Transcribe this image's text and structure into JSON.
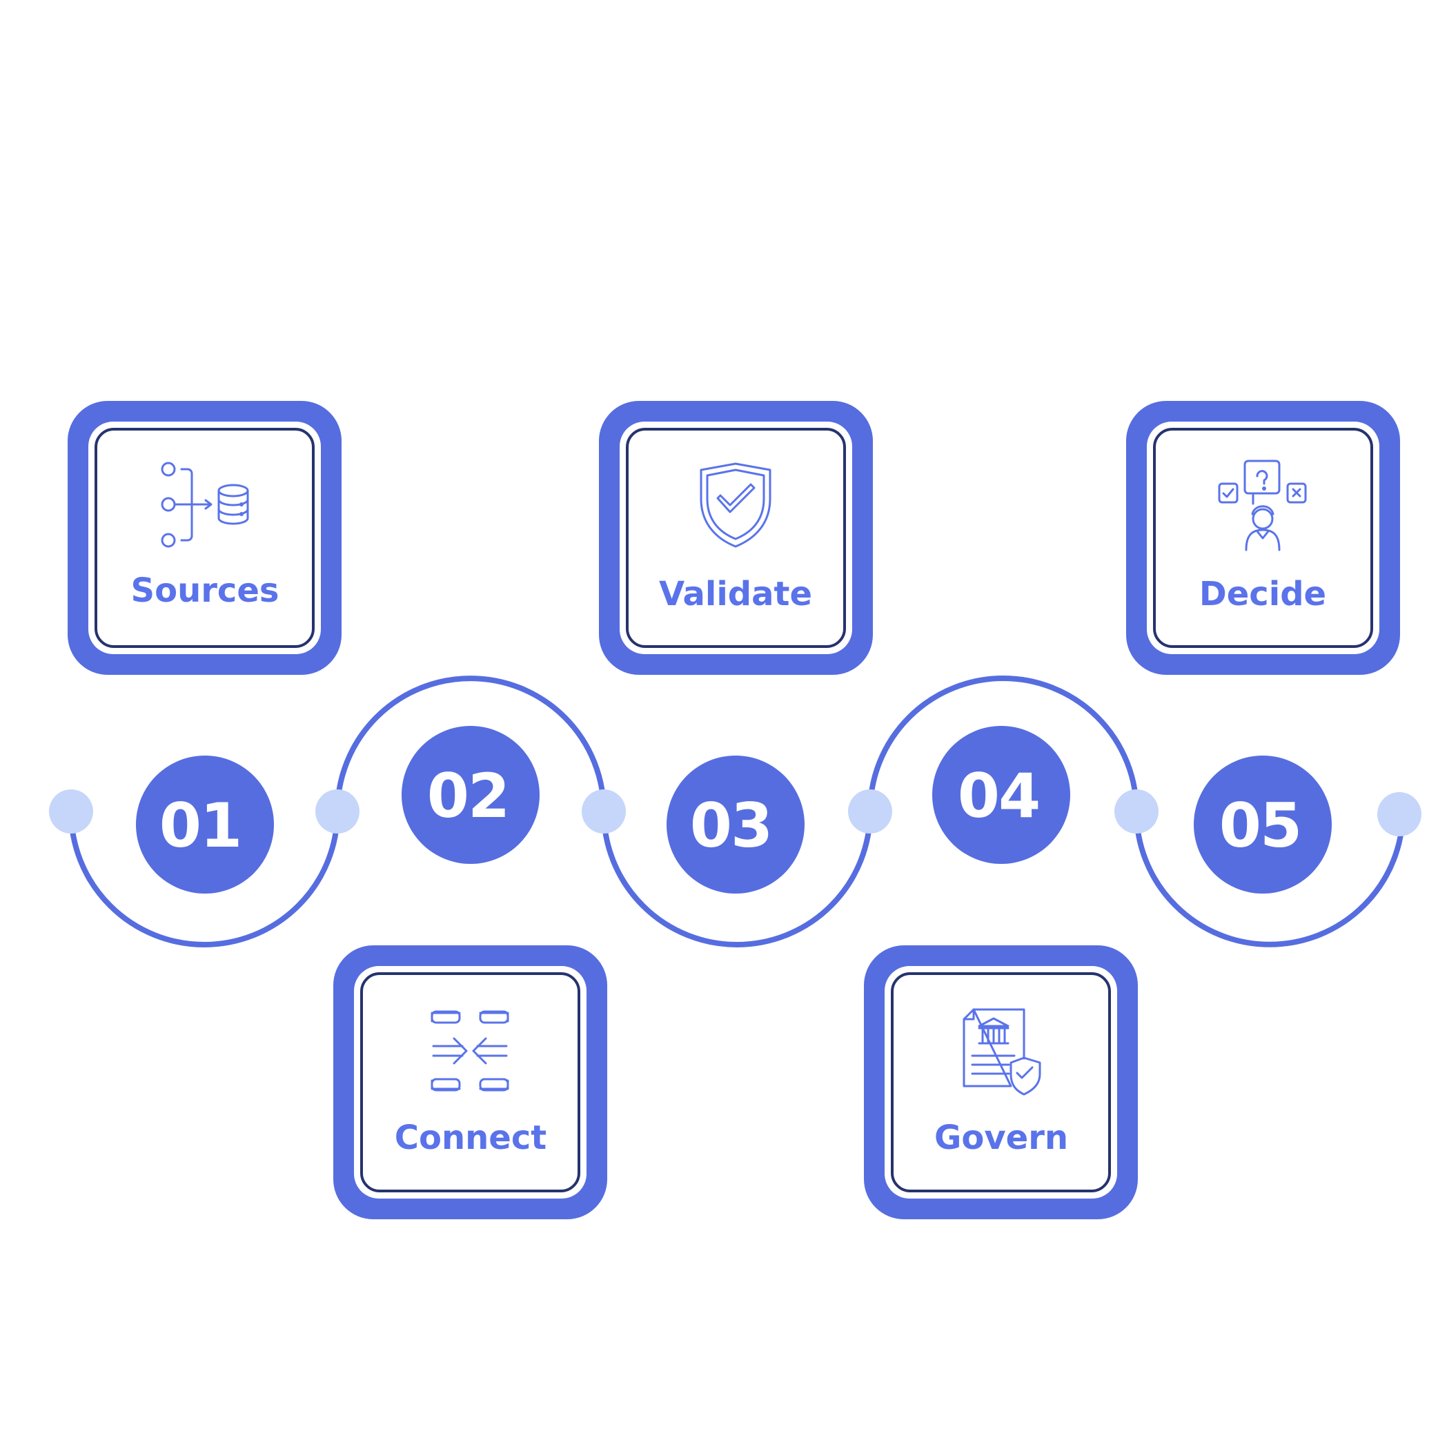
{
  "colors": {
    "primary": "#566de0",
    "label": "#5a73ea",
    "inner_border": "#26336e",
    "connector_dot": "#c5d6fa",
    "number_text": "#ffffff"
  },
  "steps": [
    {
      "number": "01",
      "label": "Sources",
      "icon": "data-sources-database-icon"
    },
    {
      "number": "02",
      "label": "Connect",
      "icon": "arrows-converge-frame-icon"
    },
    {
      "number": "03",
      "label": "Validate",
      "icon": "shield-check-icon"
    },
    {
      "number": "04",
      "label": "Govern",
      "icon": "document-bank-shield-icon"
    },
    {
      "number": "05",
      "label": "Decide",
      "icon": "person-decision-question-icon"
    }
  ]
}
